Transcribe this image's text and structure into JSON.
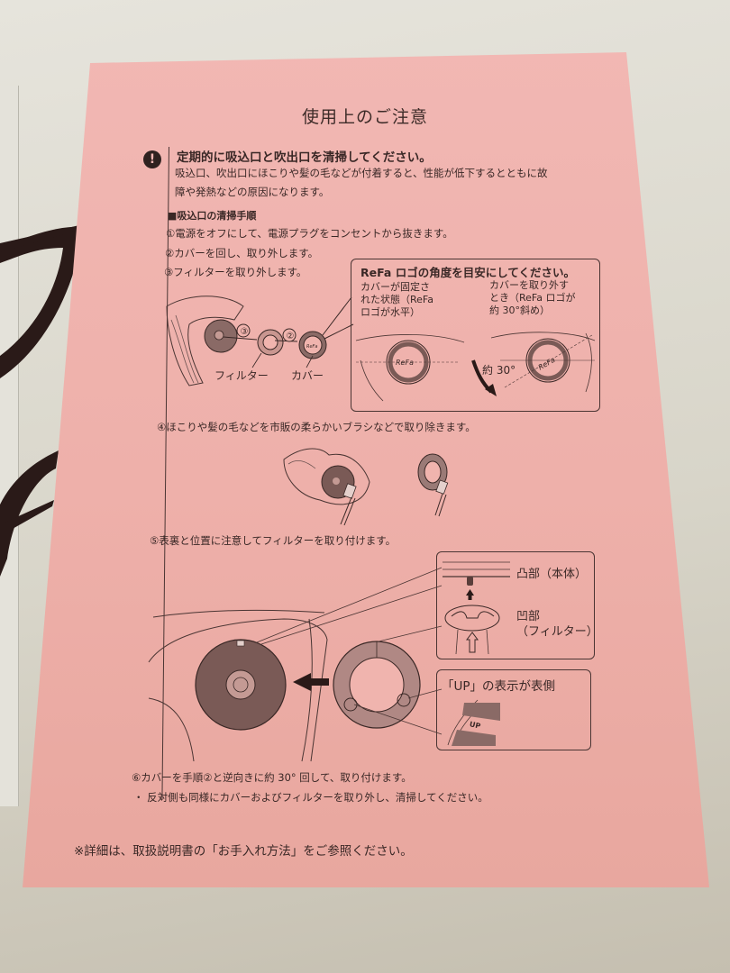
{
  "document": {
    "title": "使用上のご注意",
    "warning": {
      "icon": "exclamation-circle-icon",
      "heading": "定期的に吸込口と吹出口を清掃してください。",
      "body_line1": "吸込口、吹出口にほこりや髪の毛などが付着すると、性能が低下するとともに故",
      "body_line2": "障や発熱などの原因になります。"
    },
    "section_heading": "■吸込口の清掃手順",
    "steps": [
      "①電源をオフにして、電源プラグをコンセントから抜きます。",
      "②カバーを回し、取り外します。",
      "③フィルターを取り外します。",
      "④ほこりや髪の毛などを市販の柔らかいブラシなどで取り除きます。",
      "⑤表裏と位置に注意してフィルターを取り付けます。",
      "⑥カバーを手順②と逆向きに約 30° 回して、取り付けます。"
    ],
    "step3_figure": {
      "callout_3": "③",
      "callout_2": "②",
      "label_filter": "フィルター",
      "label_cover": "カバー",
      "logo_text": "ReFa"
    },
    "refa_box": {
      "title": "ReFa ロゴの角度を目安にしてください。",
      "left_caption": [
        "カバーが固定さ",
        "れた状態（ReFa",
        "ロゴが水平）"
      ],
      "right_caption": [
        "カバーを取り外す",
        "とき（ReFa ロゴが",
        "約 30°斜め）"
      ],
      "angle_label": "約 30°",
      "logo_text": "ReFa"
    },
    "step5_figure": {
      "convex_label": "凸部（本体）",
      "concave_label_line1": "凹部",
      "concave_label_line2": "（フィルター）",
      "up_box_title": "「UP」の表示が表側",
      "up_mark": "UP"
    },
    "note_bullet": "・ 反対側も同様にカバーおよびフィルターを取り外し、清掃してください。",
    "footer": "※詳細は、取扱説明書の「お手入れ方法」をご参照ください。"
  },
  "colors": {
    "paper_pink": "#f0b4ae",
    "background_gray": "#d8d5c9",
    "ink": "#3a2826"
  }
}
